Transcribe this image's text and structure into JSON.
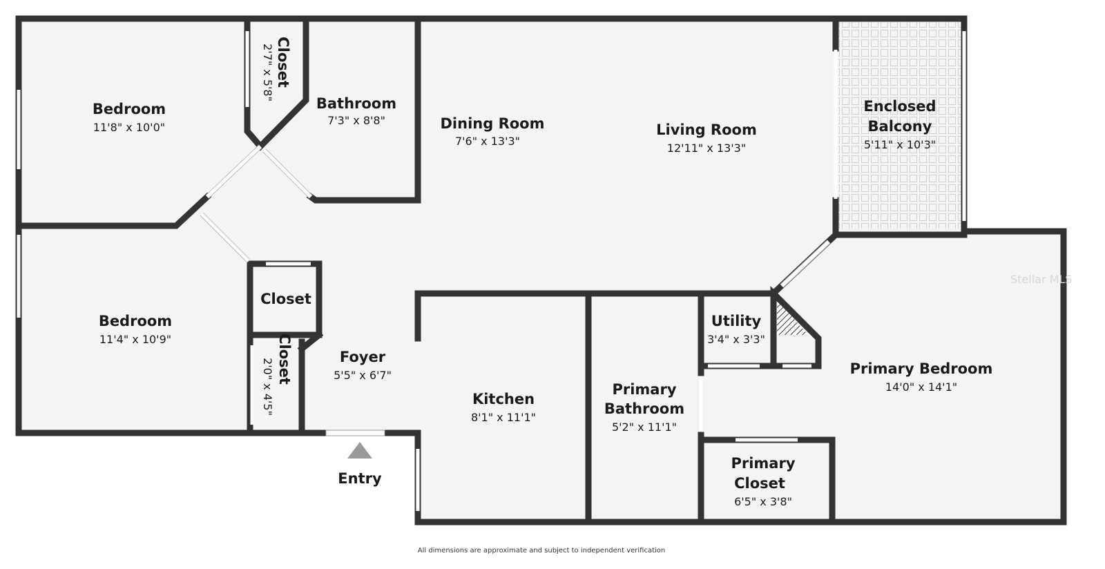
{
  "rooms": {
    "bedroom1": {
      "name": "Bedroom",
      "dims": "11'8\" x 10'0\""
    },
    "closet1": {
      "name": "Closet",
      "dims": "2'7\" x 5'8\""
    },
    "bathroom": {
      "name": "Bathroom",
      "dims": "7'3\" x 8'8\""
    },
    "dining": {
      "name": "Dining Room",
      "dims": "7'6\" x 13'3\""
    },
    "living": {
      "name": "Living Room",
      "dims": "12'11\" x 13'3\""
    },
    "balcony": {
      "name1": "Enclosed",
      "name2": "Balcony",
      "dims": "5'11\" x 10'3\""
    },
    "closet2": {
      "name": "Closet"
    },
    "bedroom2": {
      "name": "Bedroom",
      "dims": "11'4\" x 10'9\""
    },
    "closet3": {
      "name": "Closet",
      "dims": "2'0\" x 4'5\""
    },
    "foyer": {
      "name": "Foyer",
      "dims": "5'5\" x 6'7\""
    },
    "kitchen": {
      "name": "Kitchen",
      "dims": "8'1\" x 11'1\""
    },
    "primary_bath": {
      "name1": "Primary",
      "name2": "Bathroom",
      "dims": "5'2\" x 11'1\""
    },
    "utility": {
      "name": "Utility",
      "dims": "3'4\" x 3'3\""
    },
    "primary_closet": {
      "name1": "Primary",
      "name2": "Closet",
      "dims": "6'5\" x 3'8\""
    },
    "primary_bedroom": {
      "name": "Primary Bedroom",
      "dims": "14'0\" x 14'1\""
    }
  },
  "entry_label": "Entry",
  "watermark": "Stellar MLS",
  "footer": "All dimensions are approximate and subject to independent verification"
}
